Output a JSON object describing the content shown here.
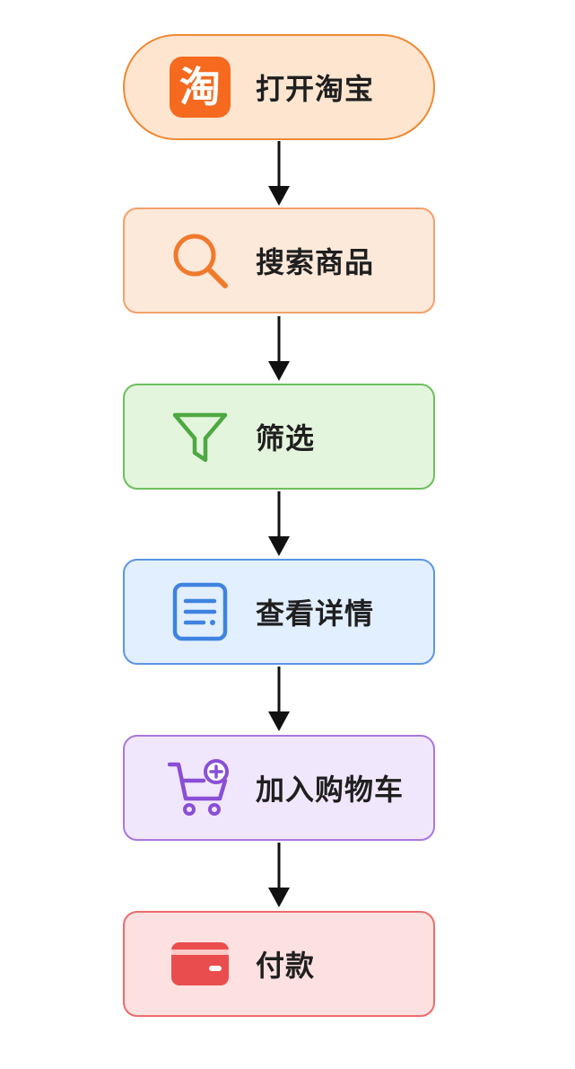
{
  "colors": {
    "orange_fill": "#fde5cf",
    "orange_border": "#ee8a35",
    "peach_fill": "#fde9da",
    "peach_border": "#f4a06a",
    "green_fill": "#e3f5dc",
    "green_border": "#6cc05d",
    "blue_fill": "#e2efff",
    "blue_border": "#5b95e6",
    "purple_fill": "#f1e7fd",
    "purple_border": "#a877e0",
    "red_fill": "#fde1e1",
    "red_border": "#ee6b6b",
    "arrow": "#111111"
  },
  "steps": [
    {
      "label": "打开淘宝",
      "icon": "taobao-logo-icon",
      "logo_text": "淘"
    },
    {
      "label": "搜索商品",
      "icon": "search-icon"
    },
    {
      "label": "筛选",
      "icon": "filter-icon"
    },
    {
      "label": "查看详情",
      "icon": "document-icon"
    },
    {
      "label": "加入购物车",
      "icon": "add-to-cart-icon"
    },
    {
      "label": "付款",
      "icon": "wallet-icon"
    }
  ]
}
